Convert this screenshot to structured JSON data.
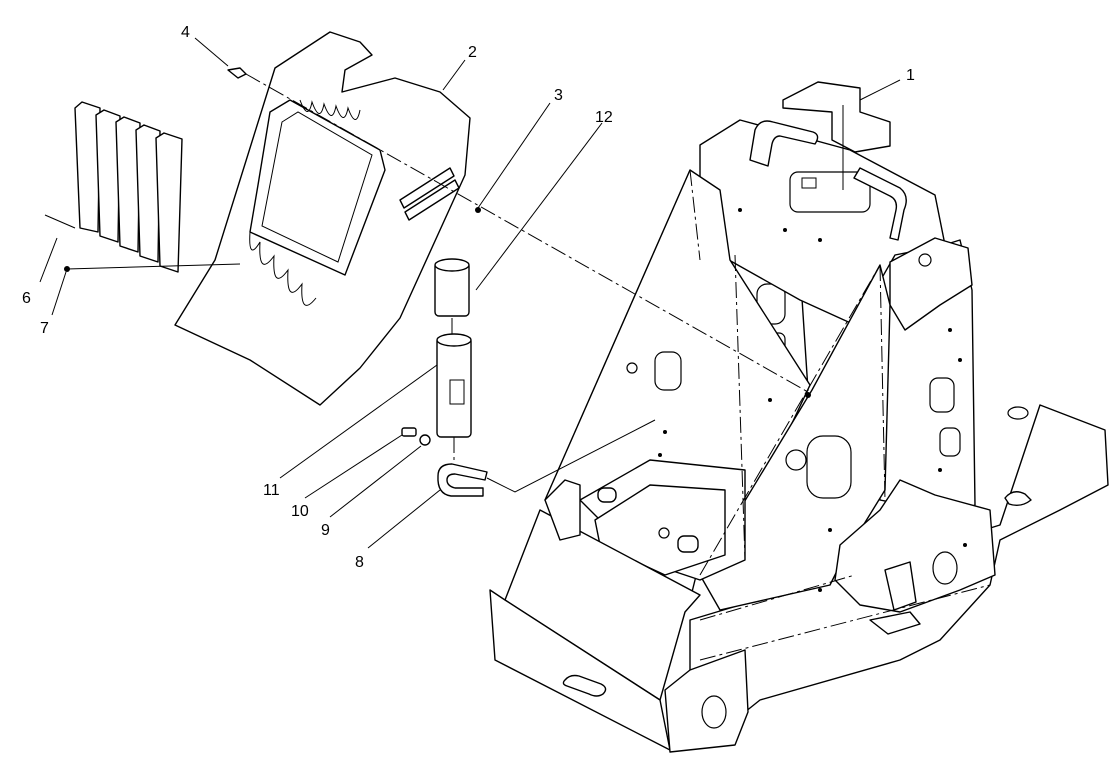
{
  "diagram": {
    "callouts": [
      {
        "id": "c1",
        "text": "1"
      },
      {
        "id": "c2",
        "text": "2"
      },
      {
        "id": "c3",
        "text": "3"
      },
      {
        "id": "c4",
        "text": "4"
      },
      {
        "id": "c6",
        "text": "6"
      },
      {
        "id": "c7",
        "text": "7"
      },
      {
        "id": "c8",
        "text": "8"
      },
      {
        "id": "c9",
        "text": "9"
      },
      {
        "id": "c10",
        "text": "10"
      },
      {
        "id": "c11",
        "text": "11"
      },
      {
        "id": "c12",
        "text": "12"
      }
    ],
    "colors": {
      "line": "#000000",
      "background": "#ffffff"
    }
  }
}
